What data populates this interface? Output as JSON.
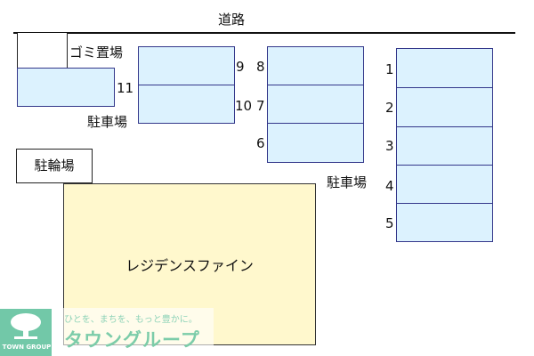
{
  "road": {
    "label": "道路"
  },
  "labels": {
    "garbage": "ゴミ置場",
    "parking_left": "駐車場",
    "parking_right": "駐車場",
    "bicycle": "駐輪場",
    "building": "レジデンスファイン"
  },
  "slots": {
    "s11": "11",
    "s9": "9",
    "s10": "10",
    "s8": "8",
    "s7": "7",
    "s6": "6",
    "s1": "1",
    "s2": "2",
    "s3": "3",
    "s4": "4",
    "s5": "5"
  },
  "logo": {
    "brand": "TOWN GROUP",
    "tagline": "ひとを、まちを、もっと豊かに。",
    "name": "タウングループ"
  },
  "colors": {
    "slot_fill": "#dcf2fe",
    "slot_border": "#33378a",
    "building_fill": "#fff8cd",
    "logo_green": "#72c8a8"
  }
}
